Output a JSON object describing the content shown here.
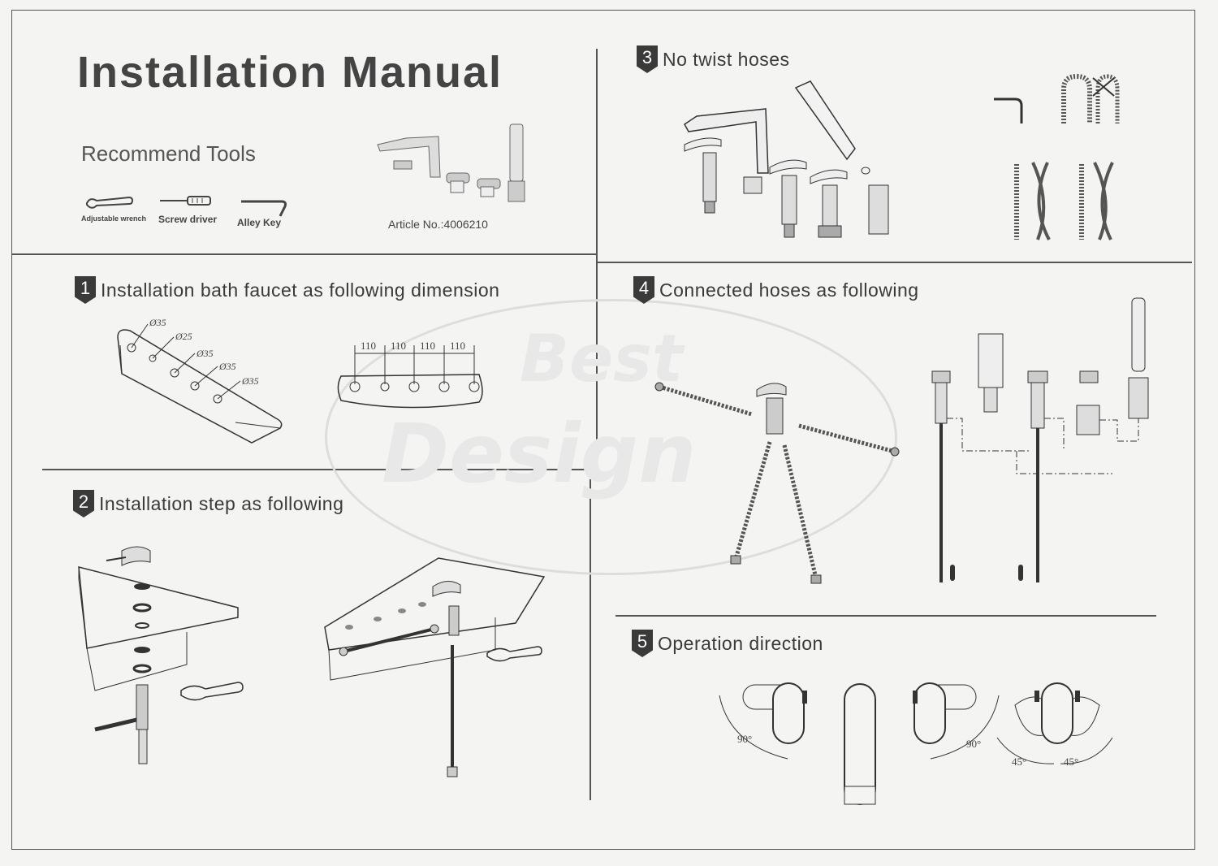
{
  "header": {
    "title": "Installation Manual",
    "recommend_tools": "Recommend Tools",
    "tools": [
      {
        "label": "Adjustable wrench",
        "icon": "adjustable-wrench-icon"
      },
      {
        "label": "Screw driver",
        "icon": "screwdriver-icon"
      },
      {
        "label": "Alley Key",
        "icon": "allen-key-icon"
      }
    ],
    "article": "Article No.:4006210"
  },
  "steps": [
    {
      "number": "1",
      "text": "Installation bath faucet as following dimension"
    },
    {
      "number": "2",
      "text": "Installation step as following"
    },
    {
      "number": "3",
      "text": "No twist hoses"
    },
    {
      "number": "4",
      "text": "Connected hoses as following"
    },
    {
      "number": "5",
      "text": "Operation direction"
    }
  ],
  "dimensions": {
    "holes": [
      "Ø35",
      "Ø25",
      "Ø35",
      "Ø35",
      "Ø35"
    ],
    "spacing": [
      "110",
      "110",
      "110",
      "110"
    ]
  },
  "operation": {
    "angle_a": "90°",
    "angle_b": "90°",
    "angle_c": "45°",
    "angle_d": "45°"
  },
  "watermark": {
    "line1": "Best",
    "line2": "Design"
  },
  "colors": {
    "ink": "#3a3a3a",
    "paper": "#f4f4f2",
    "badge": "#3a3a3a"
  }
}
